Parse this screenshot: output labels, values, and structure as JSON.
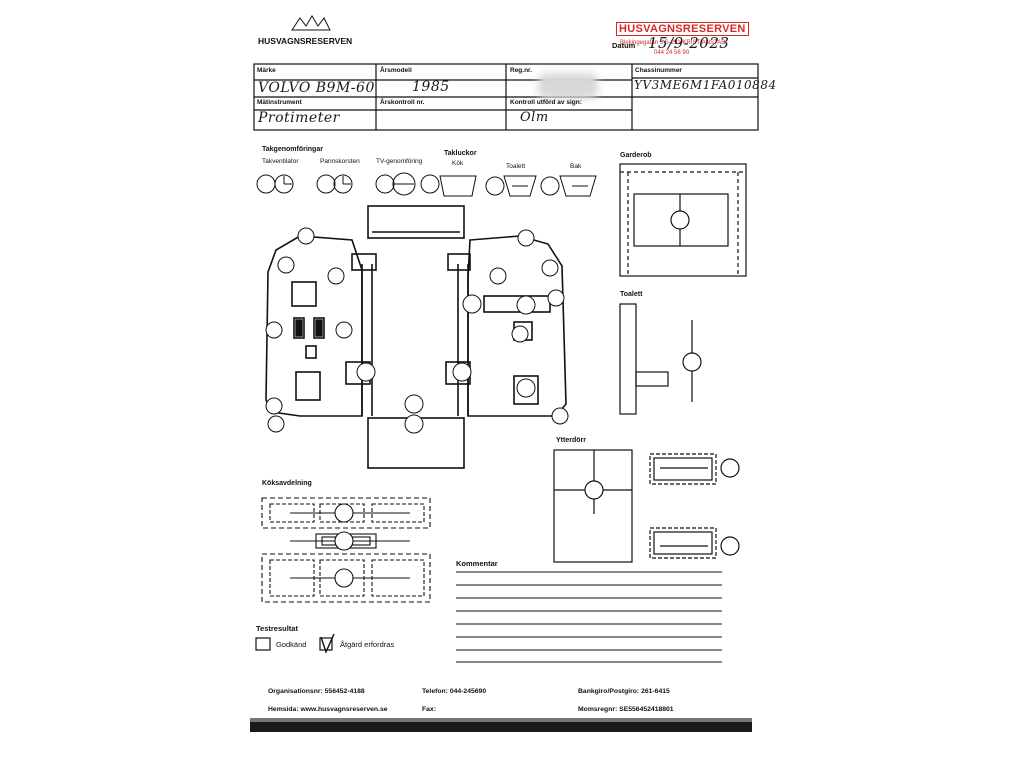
{
  "header": {
    "brand": "HUSVAGNSRESERVEN",
    "stamp_title": "HUSVAGNSRESERVEN",
    "stamp_line1": "Blekingegatan 5  S-291 KRISTIANSTAD",
    "stamp_line2": "044 24 56 90",
    "datum_label": "Datum",
    "datum_value": "15/9-2023"
  },
  "info": {
    "marke_label": "Märke",
    "marke_value": "VOLVO B9M-60",
    "arsmodell_label": "Årsmodell",
    "arsmodell_value": "1985",
    "regnr_label": "Reg.nr.",
    "chassi_label": "Chassinummer",
    "chassi_value": "YV3ME6M1FA010884",
    "matinstrument_label": "Mätinstrument",
    "matinstrument_value": "Protimeter",
    "arskontroll_label": "Årskontroll nr.",
    "kontroll_label": "Kontroll utförd av sign:",
    "kontroll_value": "Olm"
  },
  "diagram": {
    "takgenomforingar": "Takgenomföringar",
    "takventilator": "Takventilator",
    "pannskorsten": "Pannskorsten",
    "tv_genomforing": "TV-genomföring",
    "takluckor": "Takluckor",
    "kok": "Kök",
    "toalett": "Toalett",
    "bak": "Bak",
    "garderob": "Garderob",
    "toalett2": "Toalett",
    "ytterdorr": "Ytterdörr",
    "koksavdelning": "Köksavdelning"
  },
  "comment": {
    "label": "Kommentar"
  },
  "testresult": {
    "label": "Testresultat",
    "approved": "Godkänd",
    "action": "Åtgärd erfordras"
  },
  "footer": {
    "org": "Organisationsnr: 556452-4188",
    "tel": "Telefon: 044-245690",
    "bank": "Bankgiro/Postgiro: 261-6415",
    "web": "Hemsida: www.husvagnsreserven.se",
    "fax": "Fax:",
    "moms": "Momsregnr: SE556452418801"
  },
  "colors": {
    "stamp": "#d42a2a",
    "ink": "#111111"
  }
}
